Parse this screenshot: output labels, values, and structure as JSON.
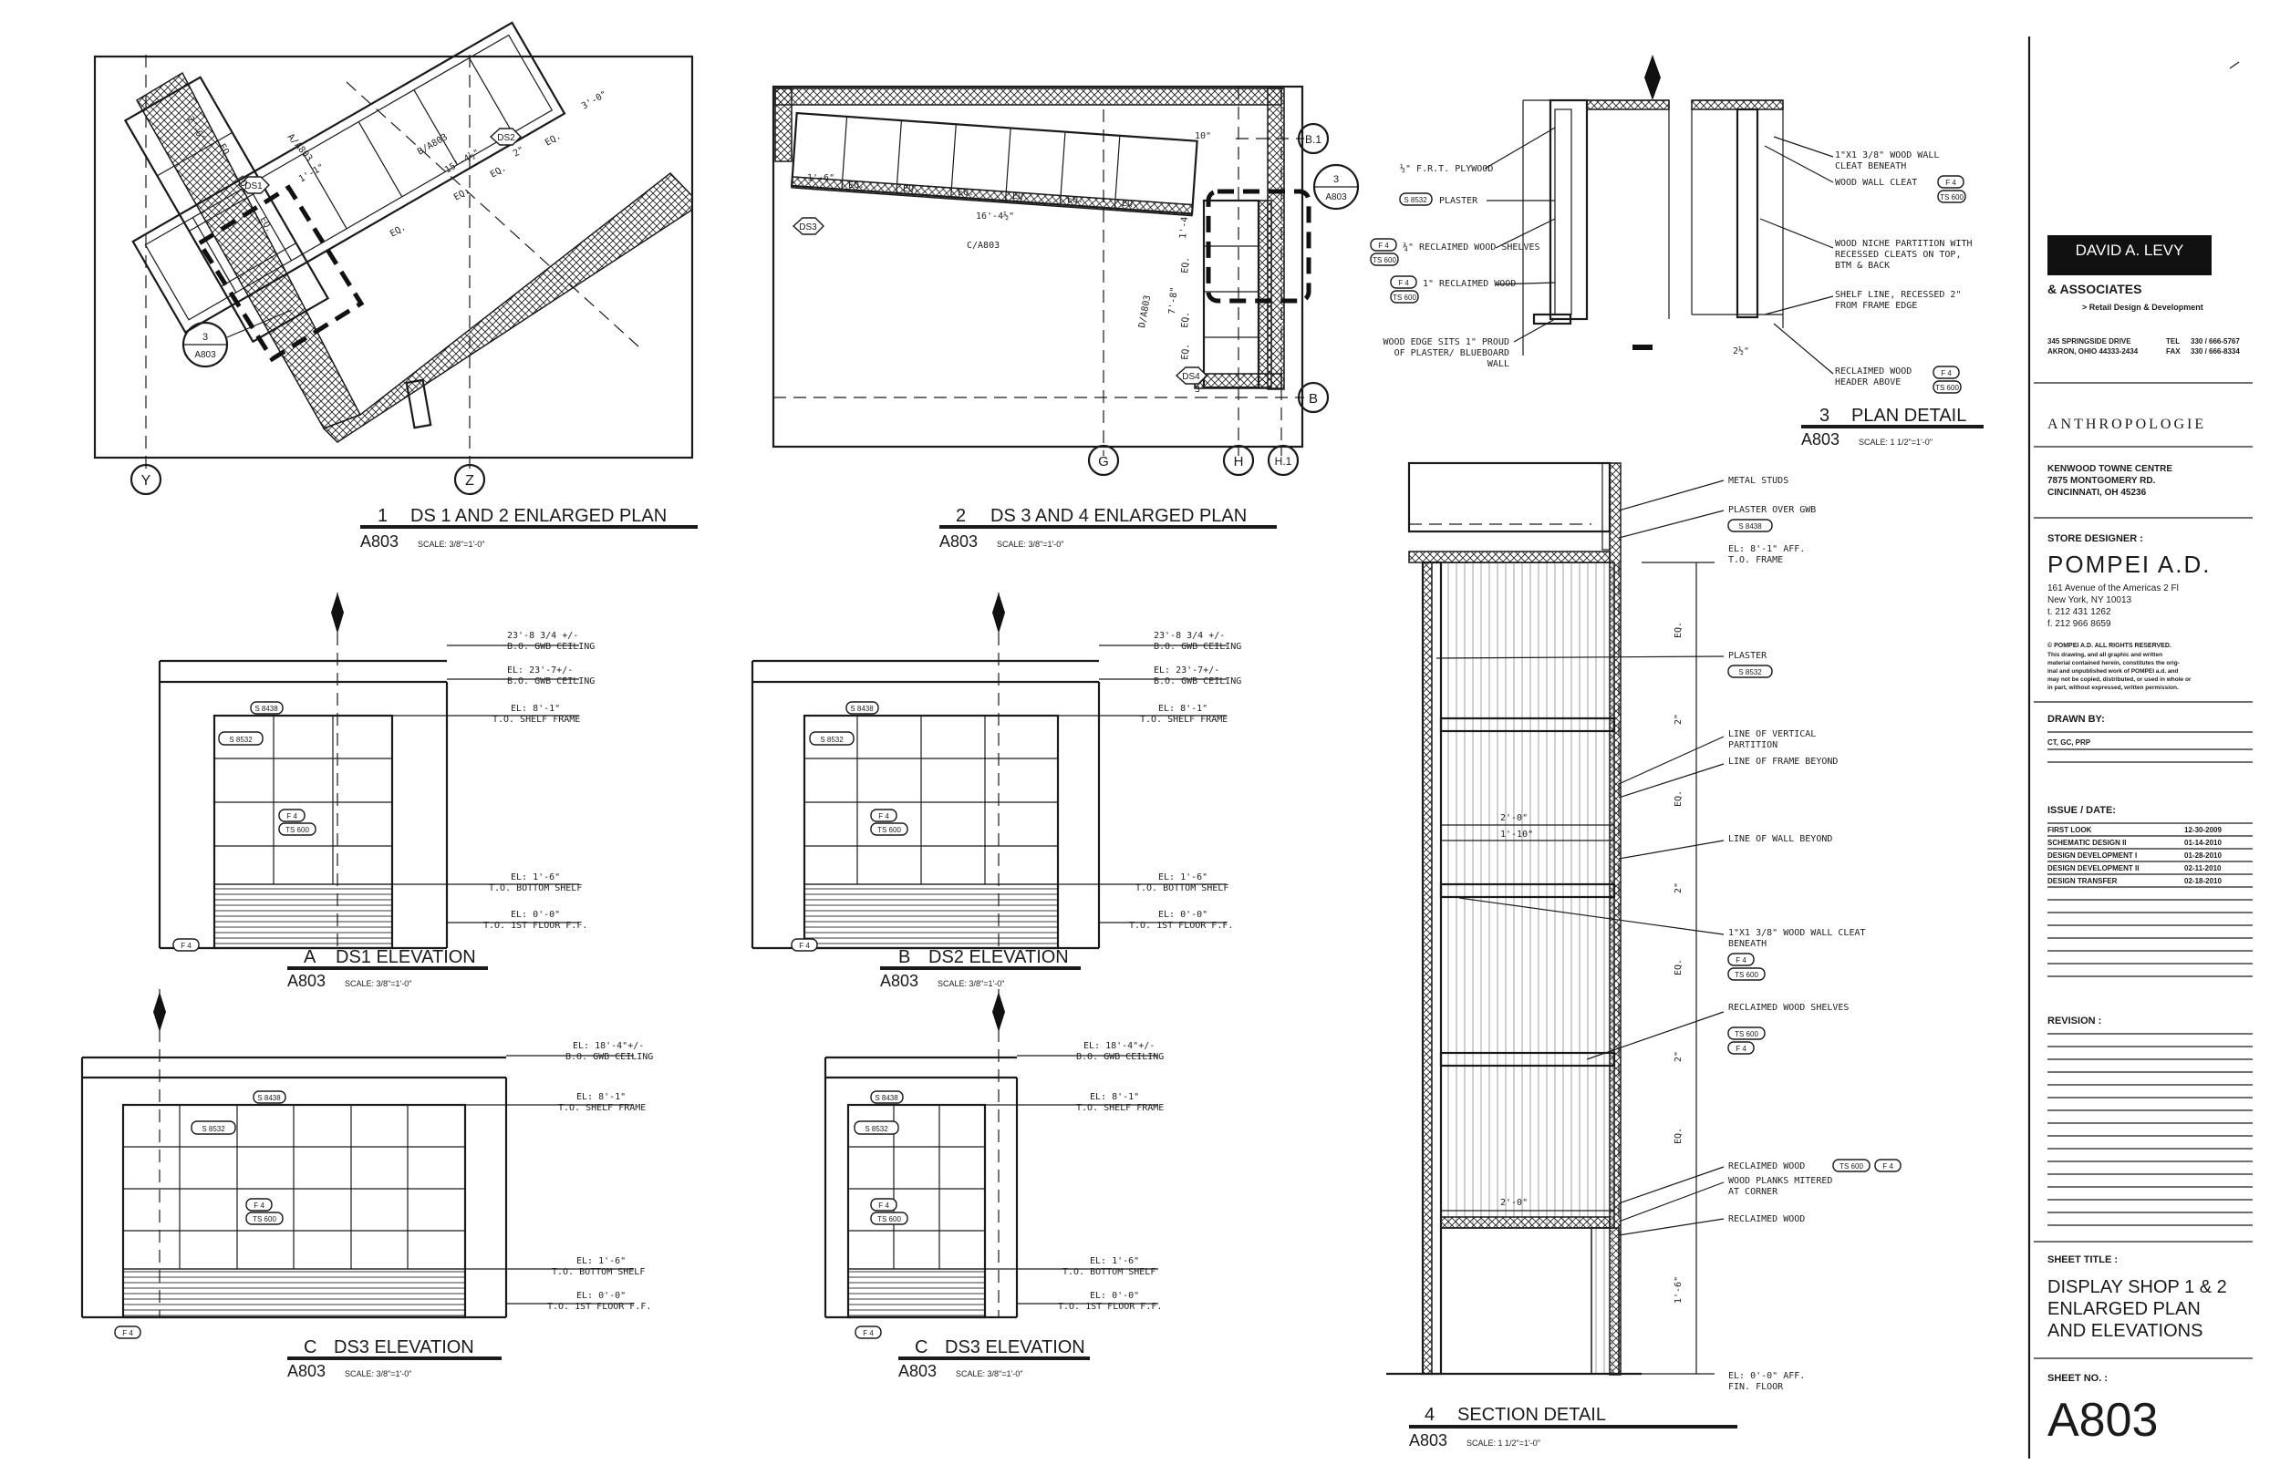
{
  "views": [
    {
      "id": "v1",
      "number": "1",
      "title": "DS 1 AND 2 ENLARGED PLAN",
      "sheet": "A803",
      "scale": "SCALE: 3/8\"=1'-0\""
    },
    {
      "id": "v2",
      "number": "2",
      "title": "DS 3 AND 4 ENLARGED PLAN",
      "sheet": "A803",
      "scale": "SCALE: 3/8\"=1'-0\""
    },
    {
      "id": "v3",
      "number": "3",
      "title": "PLAN DETAIL",
      "sheet": "A803",
      "scale": "SCALE: 1 1/2\"=1'-0\""
    },
    {
      "id": "vA",
      "number": "A",
      "title": "DS1 ELEVATION",
      "sheet": "A803",
      "scale": "SCALE: 3/8\"=1'-0\""
    },
    {
      "id": "vB",
      "number": "B",
      "title": "DS2 ELEVATION",
      "sheet": "A803",
      "scale": "SCALE: 3/8\"=1'-0\""
    },
    {
      "id": "vC1",
      "number": "C",
      "title": "DS3 ELEVATION",
      "sheet": "A803",
      "scale": "SCALE: 3/8\"=1'-0\""
    },
    {
      "id": "vC2",
      "number": "C",
      "title": "DS3 ELEVATION",
      "sheet": "A803",
      "scale": "SCALE: 3/8\"=1'-0\""
    },
    {
      "id": "v4",
      "number": "4",
      "title": "SECTION DETAIL",
      "sheet": "A803",
      "scale": "SCALE: 1 1/2\"=1'-0\""
    }
  ],
  "grid_bubbles": {
    "y": "Y",
    "z": "Z",
    "g": "G",
    "h": "H",
    "h1": "H.1",
    "b1": "B.1",
    "b": "B"
  },
  "plan_tags": {
    "ds1": "DS1",
    "ds2": "DS2",
    "ds3": "DS3",
    "ds4": "DS4",
    "ref3": "3",
    "refA803": "A803",
    "c_a803": "C/A803",
    "b_a803": "B/A803",
    "a_a803": "A/A803",
    "d_a803": "D/A803"
  },
  "plan_dims": {
    "p1": [
      "2'-0\"",
      "EQ.",
      "EQ.",
      "EQ.",
      "2\"",
      "1'-1\"",
      "3'-0\"",
      "EQ.",
      "EQ.",
      "EQ.",
      "EQ.",
      "15'-4½\"",
      "2\""
    ],
    "p2": [
      "1'-6\"",
      "EQ.",
      "EQ.",
      "EQ.",
      "EQ.",
      "EQ.",
      "EQ.",
      "16'-4½\"",
      "10\"",
      "EQ.",
      "EQ.",
      "7'-8\"",
      "EQ.",
      "3\"",
      "1'-4\""
    ]
  },
  "plan_detail_notes": {
    "plywood": "½\" F.R.T. PLYWOOD",
    "plaster": "PLASTER",
    "shelves": "¾\" RECLAIMED WOOD SHELVES",
    "wood": "1\" RECLAIMED WOOD",
    "edge": "WOOD EDGE SITS 1\" PROUD OF PLASTER/ BLUEBOARD WALL",
    "cleat": "1\"X1 3/8\" WOOD WALL CLEAT BENEATH",
    "wall_cleat": "WOOD WALL CLEAT",
    "niche": "WOOD NICHE PARTITION WITH RECESSED CLEATS ON TOP, BTM & BACK",
    "shelf_line": "SHELF LINE, RECESSED 2\" FROM FRAME EDGE",
    "header": "RECLAIMED WOOD HEADER ABOVE",
    "dim": "2½\""
  },
  "tags": {
    "s8532": "S 8532",
    "s8438": "S 8438",
    "f4": "F 4",
    "ts600": "TS 600"
  },
  "elev_AB": {
    "ceil1": "23'-8 3/4 +/-",
    "ceil1_lbl": "B.O. GWB CEILING",
    "ceil2": "EL: 23'-7+/-",
    "ceil2_lbl": "B.O. GWB CEILING",
    "shelf": "EL: 8'-1\"",
    "shelf_lbl": "T.O. SHELF FRAME",
    "bot": "EL: 1'-6\"",
    "bot_lbl": "T.O. BOTTOM SHELF",
    "floor": "EL: 0'-0\"",
    "floor_lbl": "T.O. 1ST FLOOR F.F."
  },
  "elev_C": {
    "ceil": "EL: 18'-4\"+/-",
    "ceil_lbl": "B.O. GWB CEILING",
    "shelf": "EL: 8'-1\"",
    "shelf_lbl": "T.O. SHELF FRAME",
    "bot": "EL: 1'-6\"",
    "bot_lbl": "T.O. BOTTOM SHELF",
    "floor": "EL: 0'-0\"",
    "floor_lbl": "T.O. 1ST FLOOR F.F."
  },
  "section": {
    "metal": "METAL STUDS",
    "plaster_gwb": "PLASTER OVER GWB",
    "el_top": "EL: 8'-1\" AFF.",
    "el_top_lbl": "T.O. FRAME",
    "plaster": "PLASTER",
    "vert": "LINE OF VERTICAL PARTITION",
    "frame": "LINE OF FRAME BEYOND",
    "wall": "LINE OF WALL BEYOND",
    "cleat": "1\"X1 3/8\" WOOD WALL CLEAT BENEATH",
    "shelves": "RECLAIMED WOOD SHELVES",
    "rwood": "RECLAIMED WOOD",
    "planks": "WOOD PLANKS MITERED AT CORNER",
    "rwood2": "RECLAIMED WOOD",
    "el_bot": "EL: 0'-0\" AFF.",
    "el_bot_lbl": "FIN. FLOOR",
    "d1": "2'-0\"",
    "d2": "1'-10\"",
    "d3": "2'-0\"",
    "d4": "1'-6\"",
    "eq": "EQ.",
    "two": "2\""
  },
  "title_block": {
    "firm1": "DAVID A. LEVY",
    "firm2": "& ASSOCIATES",
    "firm_sub": "> Retail Design & Development",
    "addr1": "345 SPRINGSIDE DRIVE",
    "addr2": "AKRON, OHIO 44333-2434",
    "tel_lbl": "TEL",
    "tel": "330 / 666-5767",
    "fax_lbl": "FAX",
    "fax": "330 / 666-8334",
    "client": "ANTHROPOLOGIE",
    "site1": "KENWOOD TOWNE CENTRE",
    "site2": "7875 MONTGOMERY RD.",
    "site3": "CINCINNATI, OH 45236",
    "designer_lbl": "STORE DESIGNER :",
    "designer": "POMPEI A.D.",
    "d_addr1": "161 Avenue of the Americas 2 Fl",
    "d_addr2": "New York, NY 10013",
    "d_tel": "t. 212 431 1262",
    "d_fax": "f. 212 966 8659",
    "rights1": "© POMPEI A.D. ALL RIGHTS RESERVED.",
    "rights2": "This drawing, and all graphic and written",
    "rights3": "material contained herein, constitutes the orig-",
    "rights4": "inal and unpublished work of POMPEI a.d. and",
    "rights5": "may not be copied, distributed, or used in whole or",
    "rights6": "in part, without expressed, written permission.",
    "drawn_lbl": "DRAWN BY:",
    "drawn": "CT, GC, PRP",
    "issue_lbl": "ISSUE / DATE:",
    "issues": [
      {
        "name": "FIRST LOOK",
        "date": "12-30-2009"
      },
      {
        "name": "SCHEMATIC DESIGN II",
        "date": "01-14-2010"
      },
      {
        "name": "DESIGN DEVELOPMENT I",
        "date": "01-28-2010"
      },
      {
        "name": "DESIGN DEVELOPMENT II",
        "date": "02-11-2010"
      },
      {
        "name": "DESIGN TRANSFER",
        "date": "02-18-2010"
      }
    ],
    "revision_lbl": "REVISION :",
    "sheet_title_lbl": "SHEET TITLE :",
    "sheet_title1": "DISPLAY SHOP 1 & 2",
    "sheet_title2": "ENLARGED PLAN",
    "sheet_title3": "AND ELEVATIONS",
    "sheet_no_lbl": "SHEET NO. :",
    "sheet_no": "A803"
  }
}
